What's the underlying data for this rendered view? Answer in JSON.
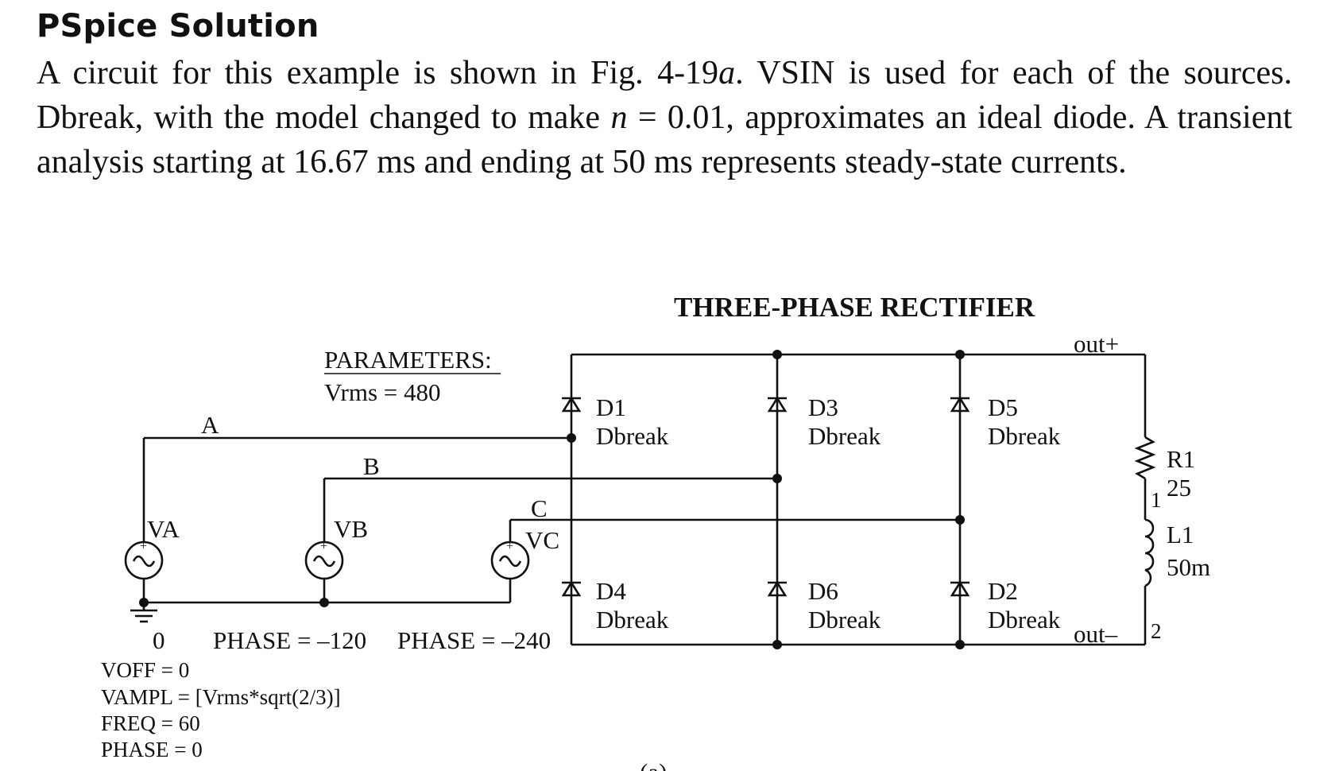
{
  "heading": "PSpice Solution",
  "paragraph": {
    "part1": "A circuit for this example is shown in Fig. 4-19",
    "fig_suffix": "a",
    "part2": ". VSIN is used for each of the sources. Dbreak, with the model changed to make ",
    "symbol_n": "n",
    "part3": " = 0.01, approximates an ideal diode. A transient analysis starting at 16.67 ms and ending at 50 ms represents steady-state currents."
  },
  "circuit": {
    "title": "THREE-PHASE RECTIFIER",
    "parameters": {
      "header": "PARAMETERS:",
      "value": "Vrms = 480"
    },
    "nodes": {
      "a": "A",
      "b": "B",
      "c": "C",
      "ground": "0",
      "out_pos": "out+",
      "out_neg": "out–"
    },
    "sources": [
      {
        "name": "VA"
      },
      {
        "name": "VB",
        "phase": "PHASE = –120"
      },
      {
        "name": "VC",
        "phase": "PHASE = –240"
      }
    ],
    "source_params": [
      "VOFF = 0",
      "VAMPL = [Vrms*sqrt(2/3)]",
      "FREQ = 60",
      "PHASE = 0"
    ],
    "diodes": [
      {
        "name": "D1",
        "model": "Dbreak"
      },
      {
        "name": "D3",
        "model": "Dbreak"
      },
      {
        "name": "D5",
        "model": "Dbreak"
      },
      {
        "name": "D4",
        "model": "Dbreak"
      },
      {
        "name": "D6",
        "model": "Dbreak"
      },
      {
        "name": "D2",
        "model": "Dbreak"
      }
    ],
    "resistor": {
      "name": "R1",
      "value": "25"
    },
    "inductor": {
      "name": "L1",
      "value": "50m"
    },
    "pins": {
      "p1": "1",
      "p2": "2"
    },
    "source_symbol_plus": "+",
    "caption_fragment": "(a)"
  }
}
